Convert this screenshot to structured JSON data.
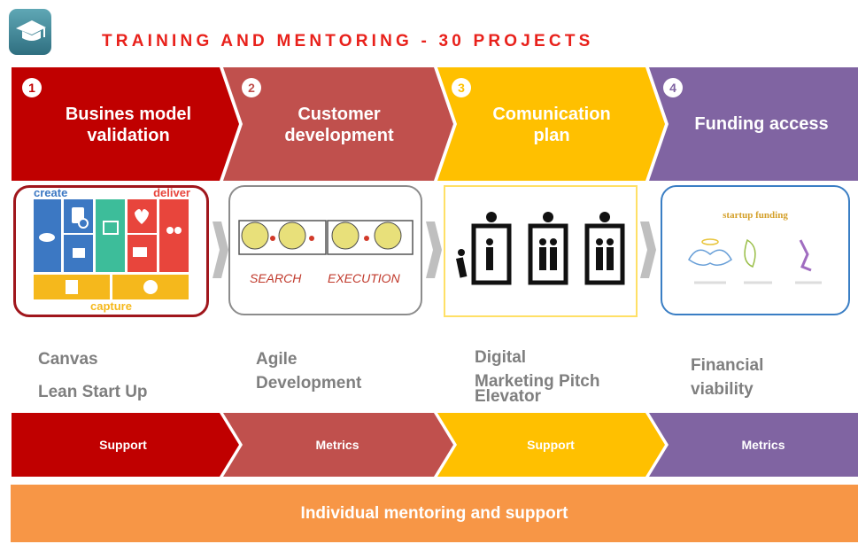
{
  "header": {
    "title": "TRAINING AND MENTORING - 30 PROJECTS",
    "logo_icon": "graduation-cap-icon"
  },
  "stages": [
    {
      "number": "1",
      "label_line1": "Busines model",
      "label_line2": "validation",
      "color": "#c00000"
    },
    {
      "number": "2",
      "label_line1": "Customer",
      "label_line2": "development",
      "color": "#c0504d"
    },
    {
      "number": "3",
      "label_line1": "Comunication",
      "label_line2": "plan",
      "color": "#ffc000"
    },
    {
      "number": "4",
      "label_line1": "Funding access",
      "label_line2": "",
      "color": "#8064a2"
    }
  ],
  "cards": {
    "canvas": {
      "create": "create",
      "deliver": "deliver",
      "capture": "capture"
    },
    "customer_dev": {
      "search": "SEARCH",
      "execution": "EXECUTION"
    },
    "funding": {
      "title": "startup funding"
    }
  },
  "tools": [
    {
      "line1": "Canvas",
      "line2": "Lean Start Up"
    },
    {
      "line1": "Agile",
      "line2": "Development"
    },
    {
      "line1": "Digital",
      "line2": "Marketing Pitch",
      "line3": "Elevator"
    },
    {
      "line1": "Financial",
      "line2": "viability"
    }
  ],
  "bottom_arrows": [
    {
      "label": "Support"
    },
    {
      "label": "Metrics"
    },
    {
      "label": "Support"
    },
    {
      "label": "Metrics"
    }
  ],
  "footer": {
    "label": "Individual mentoring and support"
  }
}
